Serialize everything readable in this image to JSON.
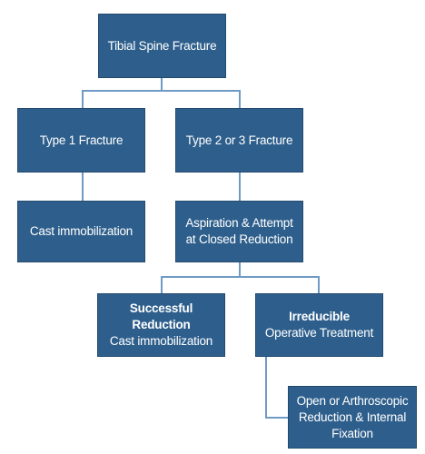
{
  "nodes": {
    "root": {
      "label": "Tibial Spine Fracture"
    },
    "type1": {
      "label": "Type 1 Fracture"
    },
    "type23": {
      "label": "Type 2 or 3 Fracture"
    },
    "cast": {
      "label": "Cast immobilization"
    },
    "aspiration": {
      "line1": "Aspiration & Attempt",
      "line2": "at Closed Reduction"
    },
    "successful": {
      "bold1": "Successful",
      "bold2": "Reduction",
      "line3": "Cast immobilization"
    },
    "irreducible": {
      "bold": "Irreducible",
      "line2": "Operative Treatment"
    },
    "open": {
      "line1": "Open or Arthroscopic",
      "line2": "Reduction & Internal",
      "line3": "Fixation"
    }
  },
  "colors": {
    "box_fill": "#2e5f8c",
    "box_border": "#234a6e",
    "connector": "#6f9ac4",
    "text": "#ffffff"
  }
}
